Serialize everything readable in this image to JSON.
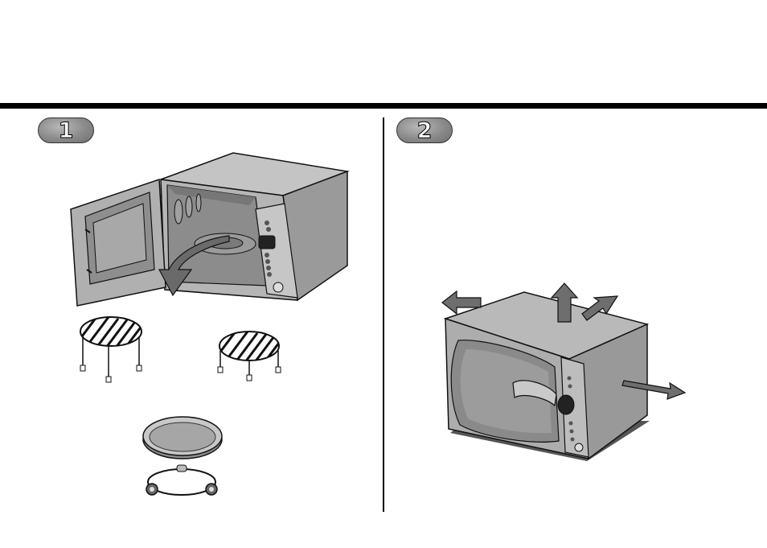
{
  "steps": [
    {
      "number": "1"
    },
    {
      "number": "2"
    }
  ],
  "icons": [
    "open-microwave-illustration",
    "cooking-rack-high",
    "cooking-rack-low",
    "glass-tray",
    "roller-ring",
    "microwave-clearance-illustration",
    "airflow-arrow"
  ],
  "colors": {
    "rule": "#000000",
    "appliance": "#a8a8a8",
    "badge": "#8a8a8a"
  }
}
